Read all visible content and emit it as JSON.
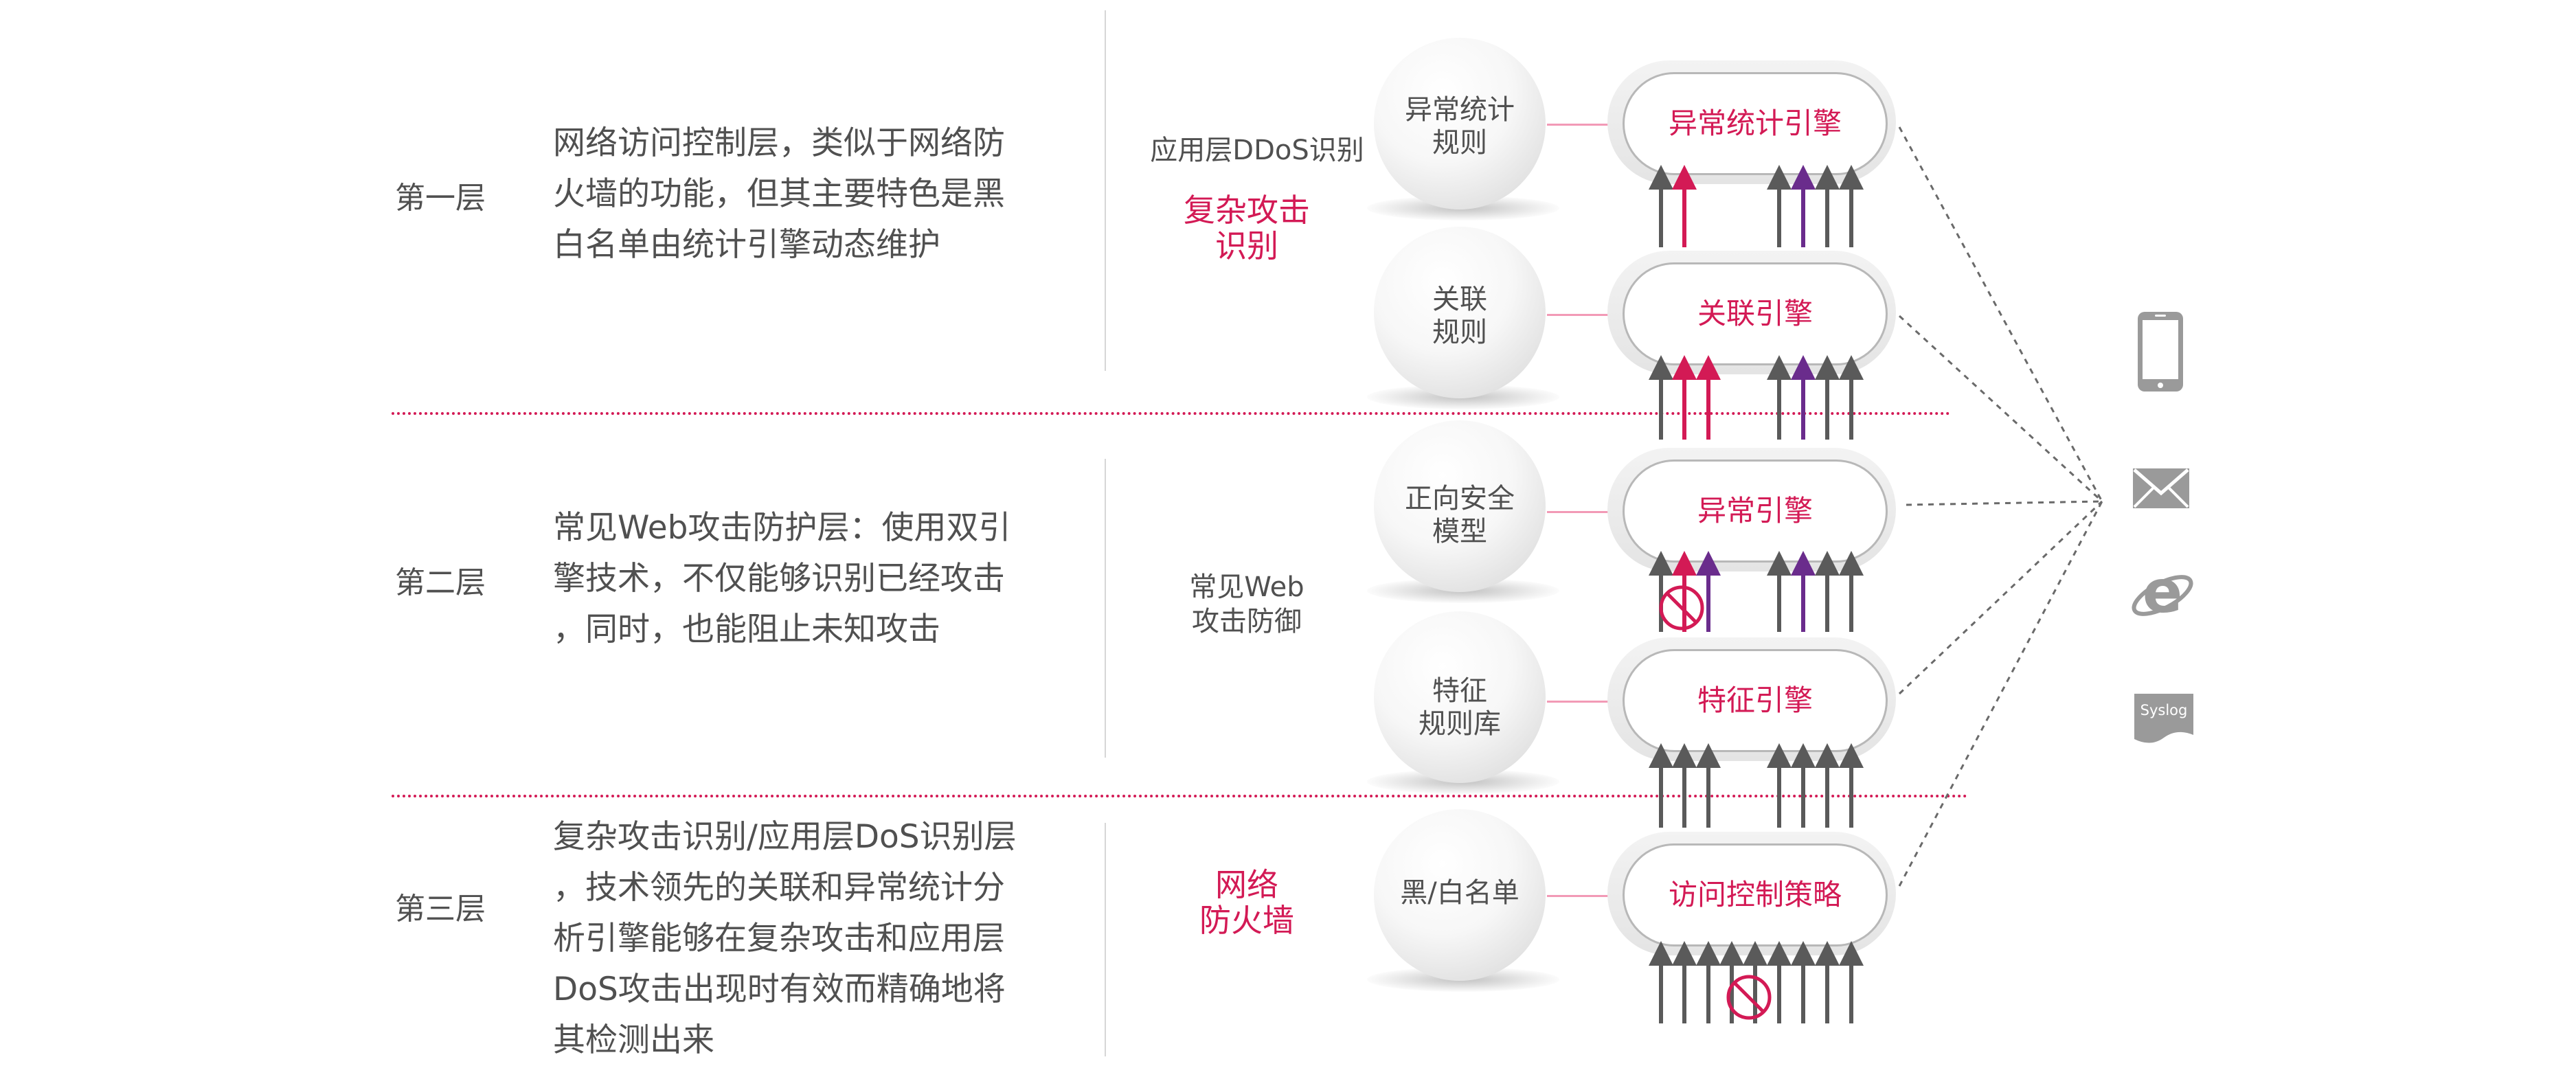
{
  "layers": [
    {
      "name": "第一层",
      "desc": [
        "网络访问控制层，类似于网络防",
        "火墙的功能，但其主要特色是黑",
        "白名单由统计引擎动态维护"
      ]
    },
    {
      "name": "第二层",
      "desc": [
        "常见Web攻击防护层：使用双引",
        "擎技术，不仅能够识别已经攻击",
        "，同时，也能阻止未知攻击"
      ]
    },
    {
      "name": "第三层",
      "desc": [
        "复杂攻击识别/应用层DoS识别层",
        "，技术领先的关联和异常统计分",
        "析引擎能够在复杂攻击和应用层",
        "DoS攻击出现时有效而精确地将",
        "其检测出来"
      ]
    }
  ],
  "middle_labels": {
    "ddos": "应用层DDoS识别",
    "complex": [
      "复杂攻击",
      "识别"
    ],
    "web": [
      "常见Web",
      "攻击防御"
    ],
    "firewall": [
      "网络",
      "防火墙"
    ]
  },
  "balls": [
    [
      "异常统计",
      "规则"
    ],
    [
      "关联",
      "规则"
    ],
    [
      "正向安全",
      "模型"
    ],
    [
      "特征",
      "规则库"
    ],
    [
      "黑/白名单"
    ]
  ],
  "engines": [
    "异常统计引擎",
    "关联引擎",
    "异常引擎",
    "特征引擎",
    "访问控制策略"
  ],
  "outputs": {
    "syslog_label": "Syslog"
  },
  "icons": [
    "phone-icon",
    "mail-icon",
    "ie-browser-icon",
    "syslog-icon",
    "blocked-icon"
  ],
  "colors": {
    "accent": "#d31a55",
    "purple": "#6a2c8c",
    "gray_arrow": "#5a5a5a",
    "text": "#505050"
  }
}
